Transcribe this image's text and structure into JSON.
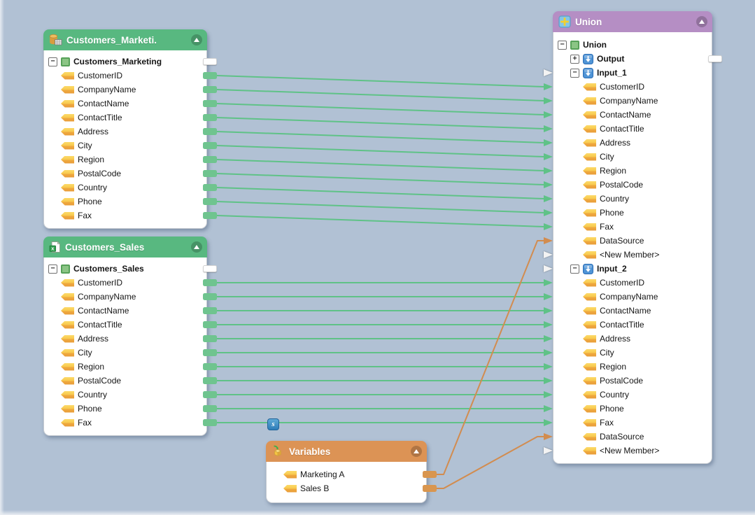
{
  "canvas": {
    "background": "#b1c1d4"
  },
  "colors": {
    "green_line": "#5fc287",
    "orange_line": "#d28c4f",
    "green_header": "#58b880",
    "orange_header": "#dc9355",
    "purple_header": "#b58ec4",
    "field_icon_yellow": "#f5c549",
    "node_icon_blue": "#4f94d6",
    "root_icon_green": "#8bc585"
  },
  "badges": {
    "s_label": "s"
  },
  "components": {
    "marketing": {
      "title": "Customers_Marketi.",
      "header_color": "#58b880",
      "icon": "database-table-icon",
      "rows": [
        {
          "id": "root",
          "kind": "root",
          "depth": 0,
          "expand": "minus",
          "label": "Customers_Marketing",
          "stub": "white"
        },
        {
          "id": "CustomerID",
          "kind": "field",
          "depth": 1,
          "label": "CustomerID",
          "stub": "green"
        },
        {
          "id": "CompanyName",
          "kind": "field",
          "depth": 1,
          "label": "CompanyName",
          "stub": "green"
        },
        {
          "id": "ContactName",
          "kind": "field",
          "depth": 1,
          "label": "ContactName",
          "stub": "green"
        },
        {
          "id": "ContactTitle",
          "kind": "field",
          "depth": 1,
          "label": "ContactTitle",
          "stub": "green"
        },
        {
          "id": "Address",
          "kind": "field",
          "depth": 1,
          "label": "Address",
          "stub": "green"
        },
        {
          "id": "City",
          "kind": "field",
          "depth": 1,
          "label": "City",
          "stub": "green"
        },
        {
          "id": "Region",
          "kind": "field",
          "depth": 1,
          "label": "Region",
          "stub": "green"
        },
        {
          "id": "PostalCode",
          "kind": "field",
          "depth": 1,
          "label": "PostalCode",
          "stub": "green"
        },
        {
          "id": "Country",
          "kind": "field",
          "depth": 1,
          "label": "Country",
          "stub": "green"
        },
        {
          "id": "Phone",
          "kind": "field",
          "depth": 1,
          "label": "Phone",
          "stub": "green"
        },
        {
          "id": "Fax",
          "kind": "field",
          "depth": 1,
          "label": "Fax",
          "stub": "green"
        }
      ]
    },
    "sales": {
      "title": "Customers_Sales",
      "header_color": "#58b880",
      "icon": "excel-file-icon",
      "rows": [
        {
          "id": "root",
          "kind": "root",
          "depth": 0,
          "expand": "minus",
          "label": "Customers_Sales",
          "stub": "white"
        },
        {
          "id": "CustomerID",
          "kind": "field",
          "depth": 1,
          "label": "CustomerID",
          "stub": "green"
        },
        {
          "id": "CompanyName",
          "kind": "field",
          "depth": 1,
          "label": "CompanyName",
          "stub": "green"
        },
        {
          "id": "ContactName",
          "kind": "field",
          "depth": 1,
          "label": "ContactName",
          "stub": "green"
        },
        {
          "id": "ContactTitle",
          "kind": "field",
          "depth": 1,
          "label": "ContactTitle",
          "stub": "green"
        },
        {
          "id": "Address",
          "kind": "field",
          "depth": 1,
          "label": "Address",
          "stub": "green"
        },
        {
          "id": "City",
          "kind": "field",
          "depth": 1,
          "label": "City",
          "stub": "green"
        },
        {
          "id": "Region",
          "kind": "field",
          "depth": 1,
          "label": "Region",
          "stub": "green"
        },
        {
          "id": "PostalCode",
          "kind": "field",
          "depth": 1,
          "label": "PostalCode",
          "stub": "green"
        },
        {
          "id": "Country",
          "kind": "field",
          "depth": 1,
          "label": "Country",
          "stub": "green"
        },
        {
          "id": "Phone",
          "kind": "field",
          "depth": 1,
          "label": "Phone",
          "stub": "green"
        },
        {
          "id": "Fax",
          "kind": "field",
          "depth": 1,
          "label": "Fax",
          "stub": "green"
        }
      ]
    },
    "variables": {
      "title": "Variables",
      "header_color": "#dc9355",
      "icon": "variable-icon",
      "rows": [
        {
          "id": "MarketingA",
          "kind": "field",
          "depth": 1,
          "label": "Marketing A",
          "stub": "orange"
        },
        {
          "id": "SalesB",
          "kind": "field",
          "depth": 1,
          "label": "Sales B",
          "stub": "orange"
        }
      ]
    },
    "union": {
      "title": "Union",
      "header_color": "#b58ec4",
      "icon": "union-icon",
      "rows": [
        {
          "id": "root",
          "kind": "root",
          "depth": 0,
          "expand": "minus",
          "label": "Union"
        },
        {
          "id": "Output",
          "kind": "node",
          "depth": 1,
          "expand": "plus",
          "label": "Output",
          "stub": "white"
        },
        {
          "id": "Input_1",
          "kind": "node",
          "depth": 1,
          "expand": "minus",
          "label": "Input_1",
          "port": "white"
        },
        {
          "id": "in1_CustomerID",
          "kind": "field",
          "depth": 2,
          "label": "CustomerID",
          "port": "green"
        },
        {
          "id": "in1_CompanyName",
          "kind": "field",
          "depth": 2,
          "label": "CompanyName",
          "port": "green"
        },
        {
          "id": "in1_ContactName",
          "kind": "field",
          "depth": 2,
          "label": "ContactName",
          "port": "green"
        },
        {
          "id": "in1_ContactTitle",
          "kind": "field",
          "depth": 2,
          "label": "ContactTitle",
          "port": "green"
        },
        {
          "id": "in1_Address",
          "kind": "field",
          "depth": 2,
          "label": "Address",
          "port": "green"
        },
        {
          "id": "in1_City",
          "kind": "field",
          "depth": 2,
          "label": "City",
          "port": "green"
        },
        {
          "id": "in1_Region",
          "kind": "field",
          "depth": 2,
          "label": "Region",
          "port": "green"
        },
        {
          "id": "in1_PostalCode",
          "kind": "field",
          "depth": 2,
          "label": "PostalCode",
          "port": "green"
        },
        {
          "id": "in1_Country",
          "kind": "field",
          "depth": 2,
          "label": "Country",
          "port": "green"
        },
        {
          "id": "in1_Phone",
          "kind": "field",
          "depth": 2,
          "label": "Phone",
          "port": "green"
        },
        {
          "id": "in1_Fax",
          "kind": "field",
          "depth": 2,
          "label": "Fax",
          "port": "green"
        },
        {
          "id": "in1_DataSource",
          "kind": "field",
          "depth": 2,
          "label": "DataSource",
          "port": "orange"
        },
        {
          "id": "in1_NewMember",
          "kind": "field",
          "depth": 2,
          "label": "<New Member>",
          "port": "white"
        },
        {
          "id": "Input_2",
          "kind": "node",
          "depth": 1,
          "expand": "minus",
          "label": "Input_2",
          "port": "white"
        },
        {
          "id": "in2_CustomerID",
          "kind": "field",
          "depth": 2,
          "label": "CustomerID",
          "port": "green"
        },
        {
          "id": "in2_CompanyName",
          "kind": "field",
          "depth": 2,
          "label": "CompanyName",
          "port": "green"
        },
        {
          "id": "in2_ContactName",
          "kind": "field",
          "depth": 2,
          "label": "ContactName",
          "port": "green"
        },
        {
          "id": "in2_ContactTitle",
          "kind": "field",
          "depth": 2,
          "label": "ContactTitle",
          "port": "green"
        },
        {
          "id": "in2_Address",
          "kind": "field",
          "depth": 2,
          "label": "Address",
          "port": "green"
        },
        {
          "id": "in2_City",
          "kind": "field",
          "depth": 2,
          "label": "City",
          "port": "green"
        },
        {
          "id": "in2_Region",
          "kind": "field",
          "depth": 2,
          "label": "Region",
          "port": "green"
        },
        {
          "id": "in2_PostalCode",
          "kind": "field",
          "depth": 2,
          "label": "PostalCode",
          "port": "green"
        },
        {
          "id": "in2_Country",
          "kind": "field",
          "depth": 2,
          "label": "Country",
          "port": "green"
        },
        {
          "id": "in2_Phone",
          "kind": "field",
          "depth": 2,
          "label": "Phone",
          "port": "green"
        },
        {
          "id": "in2_Fax",
          "kind": "field",
          "depth": 2,
          "label": "Fax",
          "port": "green"
        },
        {
          "id": "in2_DataSource",
          "kind": "field",
          "depth": 2,
          "label": "DataSource",
          "port": "orange"
        },
        {
          "id": "in2_NewMember",
          "kind": "field",
          "depth": 2,
          "label": "<New Member>",
          "port": "white"
        }
      ]
    }
  },
  "connections": [
    {
      "from": "marketing:CustomerID",
      "to": "union:in1_CustomerID",
      "color": "green"
    },
    {
      "from": "marketing:CompanyName",
      "to": "union:in1_CompanyName",
      "color": "green"
    },
    {
      "from": "marketing:ContactName",
      "to": "union:in1_ContactName",
      "color": "green"
    },
    {
      "from": "marketing:ContactTitle",
      "to": "union:in1_ContactTitle",
      "color": "green"
    },
    {
      "from": "marketing:Address",
      "to": "union:in1_Address",
      "color": "green"
    },
    {
      "from": "marketing:City",
      "to": "union:in1_City",
      "color": "green"
    },
    {
      "from": "marketing:Region",
      "to": "union:in1_Region",
      "color": "green"
    },
    {
      "from": "marketing:PostalCode",
      "to": "union:in1_PostalCode",
      "color": "green"
    },
    {
      "from": "marketing:Country",
      "to": "union:in1_Country",
      "color": "green"
    },
    {
      "from": "marketing:Phone",
      "to": "union:in1_Phone",
      "color": "green"
    },
    {
      "from": "marketing:Fax",
      "to": "union:in1_Fax",
      "color": "green"
    },
    {
      "from": "sales:CustomerID",
      "to": "union:in2_CustomerID",
      "color": "green"
    },
    {
      "from": "sales:CompanyName",
      "to": "union:in2_CompanyName",
      "color": "green"
    },
    {
      "from": "sales:ContactName",
      "to": "union:in2_ContactName",
      "color": "green"
    },
    {
      "from": "sales:ContactTitle",
      "to": "union:in2_ContactTitle",
      "color": "green"
    },
    {
      "from": "sales:Address",
      "to": "union:in2_Address",
      "color": "green"
    },
    {
      "from": "sales:City",
      "to": "union:in2_City",
      "color": "green"
    },
    {
      "from": "sales:Region",
      "to": "union:in2_Region",
      "color": "green"
    },
    {
      "from": "sales:PostalCode",
      "to": "union:in2_PostalCode",
      "color": "green"
    },
    {
      "from": "sales:Country",
      "to": "union:in2_Country",
      "color": "green"
    },
    {
      "from": "sales:Phone",
      "to": "union:in2_Phone",
      "color": "green"
    },
    {
      "from": "sales:Fax",
      "to": "union:in2_Fax",
      "color": "green"
    },
    {
      "from": "variables:MarketingA",
      "to": "union:in1_DataSource",
      "color": "orange"
    },
    {
      "from": "variables:SalesB",
      "to": "union:in2_DataSource",
      "color": "orange"
    }
  ]
}
